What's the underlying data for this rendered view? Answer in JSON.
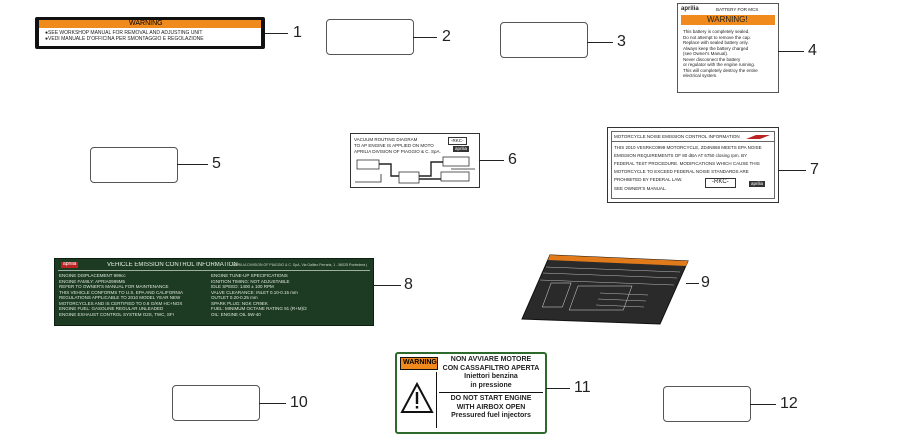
{
  "callouts": [
    "1",
    "2",
    "3",
    "4",
    "5",
    "6",
    "7",
    "8",
    "9",
    "10",
    "11",
    "12"
  ],
  "label1": {
    "title": "WARNING",
    "lines": [
      "●SEE WORKSHOP   MANUAL  FOR REMOVAL  AND ADJUSTING UNIT",
      "●VEDI MANUALE D'OFFICINA   PER SMONTAGGIO E REGOLAZIONE"
    ]
  },
  "label4": {
    "brand": "aprilia",
    "header": "BATTERY FOR MCS",
    "title": "WARNING!",
    "text": [
      "This battery is completely sealed.",
      "Do not attempt to remove the cap.",
      "Replace with sealed battery only.",
      "Always keep the battery charged",
      "(see Owner's Manual).",
      "Never disconnect the battery",
      "or regulator with the engine running.",
      "This will completely destroy the entire",
      "electrical system."
    ]
  },
  "label6": {
    "lines": [
      "VACUUM ROUTING DIAGRAM",
      "TO AP ENGINE IS APPLIED ON MOTO",
      "APRILIA DIVISION OF PIAGGIO & C. SpA."
    ],
    "tag": "-RKC-",
    "brand": "aprilia"
  },
  "label7": {
    "title": "MOTORCYCLE   NOISE   EMISSION   CONTROL   INFORMATION",
    "lines": [
      "THIS 2010 VESRKC0999   MOTORCYCLE,   ZD4N868 MEETS EPA NOISE",
      "EMISSION  REQUIREMENTS   OF 80 dBA  AT 6750 closing  rpm.  BY",
      "FEDERAL   TEST  PROCEDURE.   MODIFICATIONS  WHICH CAUSE  THIS",
      "MOTORCYCLE  TO EXCEED   FEDERAL   NOISE  STANDARDS  ARE",
      "PROHIBITED   BY  FEDERAL   LAW.",
      "SEE  OWNER'S  MANUAL."
    ],
    "tag": "-RKC-",
    "brand": "aprilia"
  },
  "label8": {
    "brand": "aprilia",
    "title": "VEHICLE   EMISSION   CONTROL   INFORMATION",
    "subtitle": "APRILIA DIVISION OF PIAGGIO & C. SpA, Via Galileo Ferraris, 1 - 56025 Pontedera (PI) Italy",
    "left": [
      "ENGINE DISPLACEMENT  999cc",
      "ENGINE FAMILY: APRIA0999M5",
      "REFER TO OWNER'S MANUAL FOR MAINTENANCE",
      "THIS VEHICLE CONFORMS TO U.S. EPA AND CALIFORNIA",
      "REGULATIONS APPLICABLE TO 2010 MODEL YEAR NEW",
      "MOTORCYCLES AND IS CERTIFIED TO 0.8 G/KM HC+NOX",
      "ENGINE FUEL: GASOLINE  REGULAR UNLEADED",
      "ENGINE EXHAUST CONTROL SYSTEM  O2S, TWC, SFI"
    ],
    "right": [
      "ENGINE TUNE-UP SPECIFICATIONS",
      "IGNITION TIMING: NOT ADJUSTABLE",
      "IDLE SPEED: 1400 ± 100 RPM",
      "VALVE CLEARANCE:  INLET   0.10-0.15 mm",
      "                  OUTLET  0.20-0.25 mm",
      "SPARK PLUG: NGK CR9EK",
      "FUEL: MINIMUM OCTANE RATING 91 (R+M)/2",
      "OIL: ENGINE OIL 5W-40"
    ]
  },
  "label11": {
    "warning": "WARNING",
    "it": [
      "NON AVVIARE MOTORE",
      "CON CASSAFILTRO APERTA",
      "Iniettori benzina",
      "in pressione"
    ],
    "en": [
      "DO NOT START ENGINE",
      "WITH AIRBOX OPEN",
      "Pressured fuel injectors"
    ]
  }
}
